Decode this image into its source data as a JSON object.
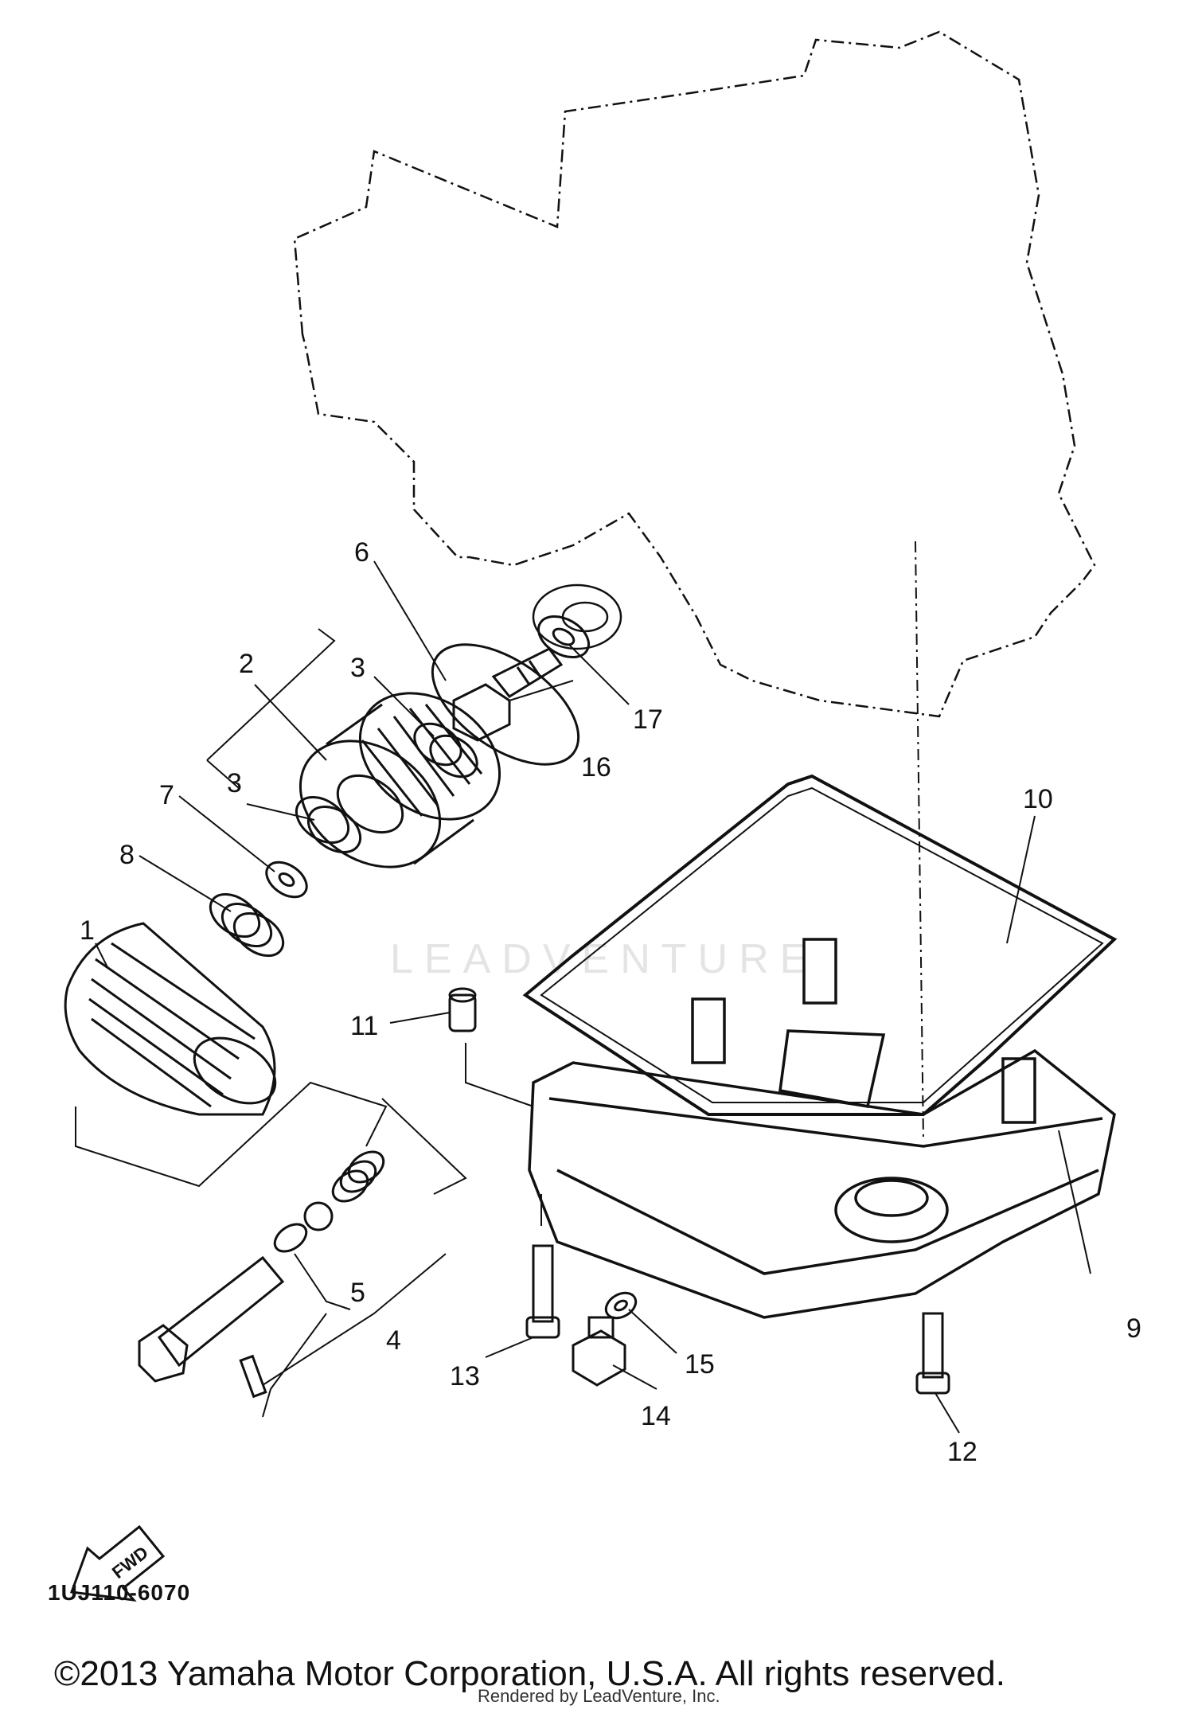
{
  "diagram": {
    "figure_code": "1UJ110-6070",
    "copyright": "©2013 Yamaha Motor Corporation, U.S.A. All rights reserved.",
    "render_note": "Rendered by LeadVenture, Inc.",
    "watermark": "LEADVENTURE",
    "fwd_label": "FWD",
    "callouts": {
      "c1": "1",
      "c2": "2",
      "c3a": "3",
      "c3b": "3",
      "c4": "4",
      "c5": "5",
      "c6": "6",
      "c7": "7",
      "c8": "8",
      "c9": "9",
      "c10": "10",
      "c11": "11",
      "c12": "12",
      "c13": "13",
      "c14": "14",
      "c15": "15",
      "c16": "16",
      "c17": "17"
    }
  }
}
